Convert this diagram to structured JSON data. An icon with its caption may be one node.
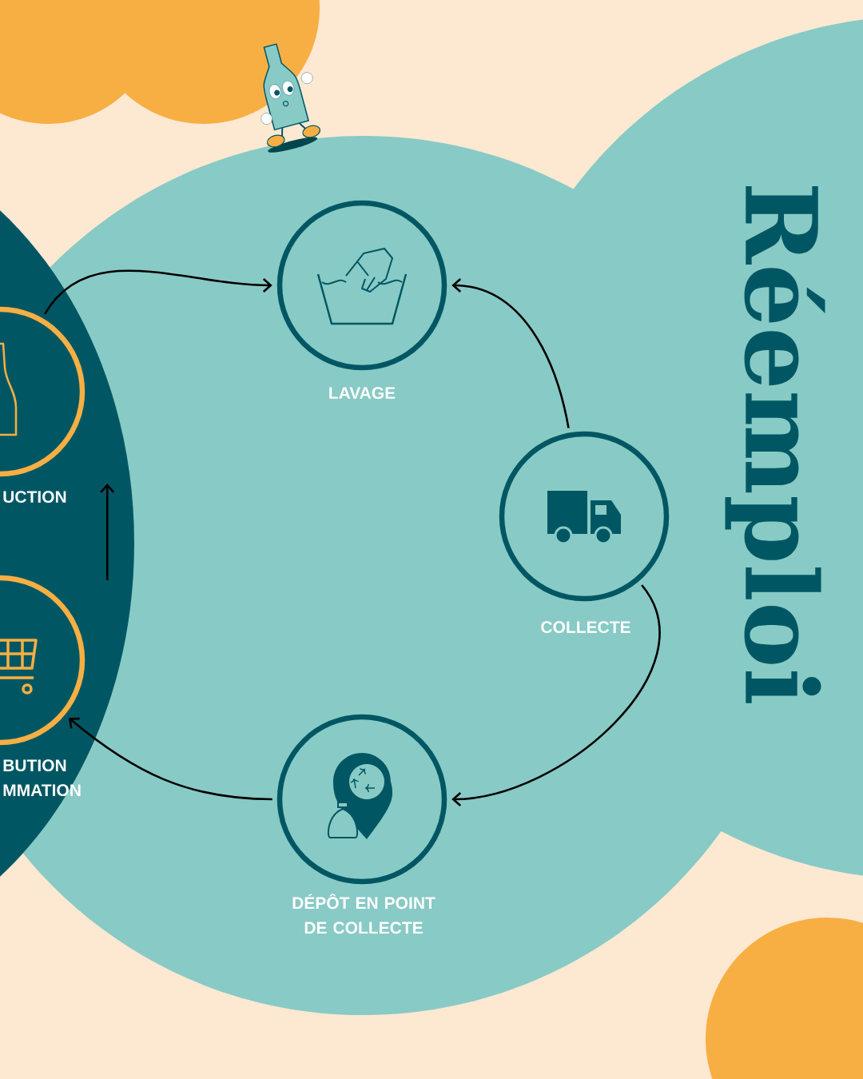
{
  "diagram": {
    "title": "Réemploi",
    "nodes": [
      {
        "text": [
          "LAVAGE"
        ]
      },
      {
        "text": [
          "COLLECTE"
        ]
      },
      {
        "text": [
          "DÉPÔT EN POINT DE COLLECTE"
        ]
      },
      {
        "text": [
          "BUTION MMATION"
        ]
      },
      {
        "text": [
          "UCTION"
        ]
      }
    ],
    "edges": [
      {
        "from": 1,
        "to": 0,
        "arrow": "to"
      },
      {
        "from": 1,
        "to": 2,
        "arrow": "to"
      },
      {
        "from": 2,
        "to": 3,
        "arrow": "to"
      },
      {
        "from": 3,
        "to": 4,
        "arrow": "to"
      },
      {
        "from": 4,
        "to": 0,
        "arrow": "to"
      }
    ]
  }
}
